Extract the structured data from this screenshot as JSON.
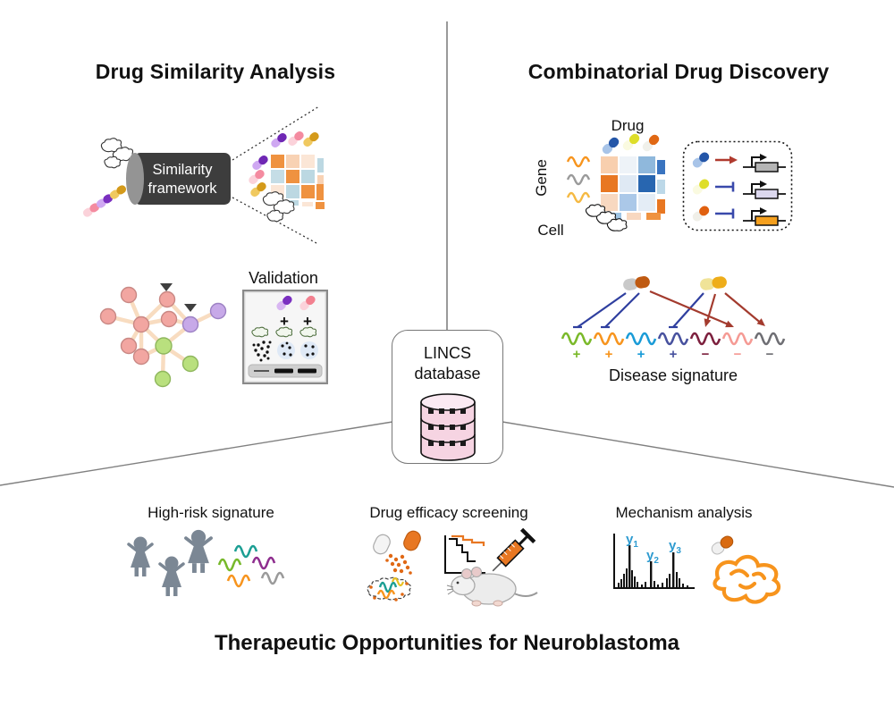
{
  "palette": {
    "heatmap_orange": "#ef9240",
    "heatmap_light_orange": "#f8d2b4",
    "heatmap_pale_peach": "#fbe6d6",
    "heatmap_blue": "#bcd8e2",
    "matrix_dark_blue": "#2866b0",
    "matrix_orange": "#e87722",
    "network_edge": "#f8dcc0",
    "node_pink": "#f2a6a1",
    "node_green": "#b9e07e",
    "node_purple": "#c7a9e8",
    "database_pink": "#f6d4e2",
    "activation_arrow_red": "#b03a2e",
    "inhibition_bar_blue": "#3949ab",
    "protein_orange": "#f7941d",
    "figure_gray": "#7b8794"
  },
  "top_left": {
    "title": "Drug Similarity Analysis",
    "cylinder": {
      "line1": "Similarity",
      "line2": "framework"
    },
    "validation": {
      "label": "Validation",
      "plus_signs": [
        "+",
        "+"
      ]
    }
  },
  "top_right": {
    "title": "Combinatorial Drug Discovery",
    "matrix": {
      "drug_label": "Drug",
      "gene_label": "Gene",
      "cell_label": "Cell"
    },
    "disease_signature": {
      "label": "Disease signature",
      "signs": [
        "+",
        "+",
        "+",
        "+",
        "−",
        "−",
        "−"
      ],
      "sign_colors": [
        "#7ab929",
        "#f7941d",
        "#199bd7",
        "#47519e",
        "#7c1f3d",
        "#f59a94",
        "#6e6e73"
      ]
    }
  },
  "center": {
    "database": {
      "line1": "LINCS",
      "line2": "database"
    }
  },
  "bottom": {
    "title": "Therapeutic Opportunities for Neuroblastoma",
    "panels": {
      "high_risk": {
        "label": "High-risk signature"
      },
      "efficacy": {
        "label": "Drug efficacy screening"
      },
      "mechanism": {
        "label": "Mechanism analysis",
        "peaks": [
          {
            "base": "y",
            "sub": "1"
          },
          {
            "base": "y",
            "sub": "2"
          },
          {
            "base": "y",
            "sub": "3"
          }
        ]
      }
    }
  }
}
